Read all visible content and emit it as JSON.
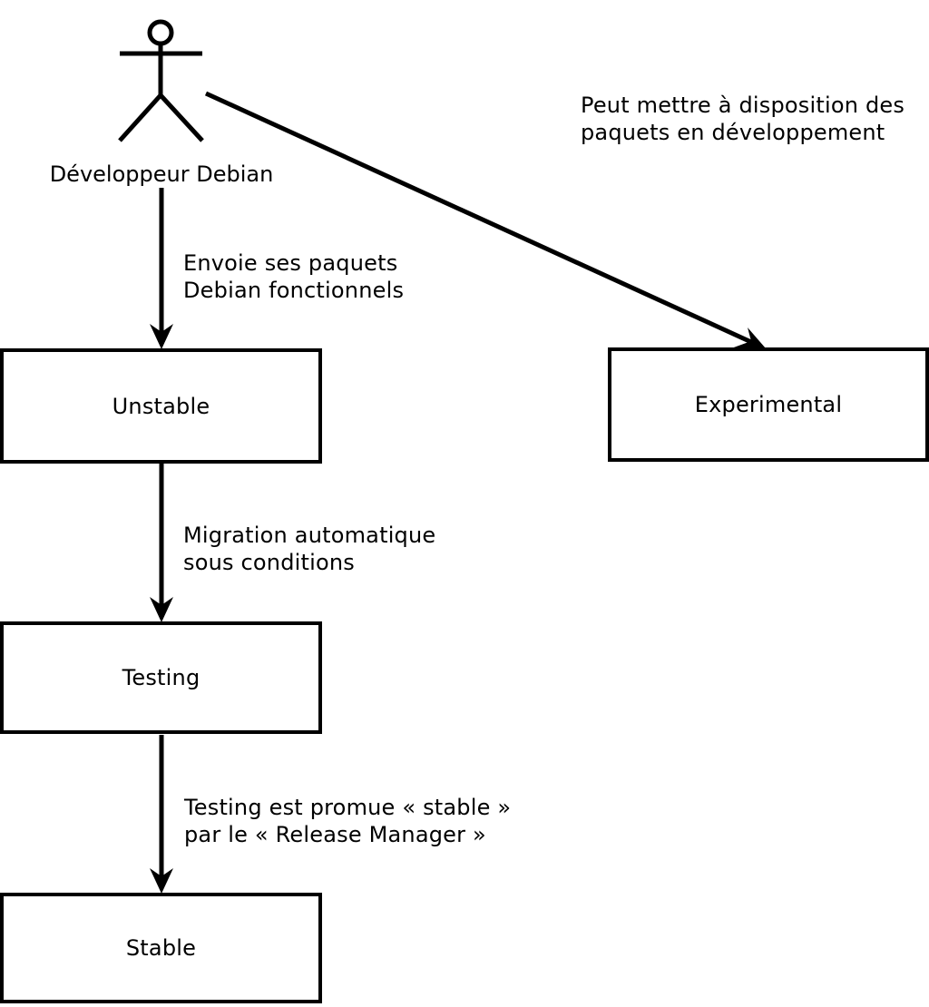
{
  "diagram": {
    "actor": {
      "label": "Développeur Debian"
    },
    "nodes": [
      {
        "id": "unstable",
        "label": "Unstable"
      },
      {
        "id": "experimental",
        "label": "Experimental"
      },
      {
        "id": "testing",
        "label": "Testing"
      },
      {
        "id": "stable",
        "label": "Stable"
      }
    ],
    "annotations": [
      {
        "id": "experimental-note",
        "lines": [
          "Peut mettre à disposition des",
          "paquets en développement"
        ]
      },
      {
        "id": "upload-note",
        "lines": [
          "Envoie ses paquets",
          "Debian fonctionnels"
        ]
      },
      {
        "id": "migration-note",
        "lines": [
          "Migration automatique",
          "sous conditions"
        ]
      },
      {
        "id": "promotion-note",
        "lines": [
          "Testing est promue « stable »",
          "par le « Release Manager »"
        ]
      }
    ],
    "colors": {
      "line": "#000000",
      "background": "#ffffff"
    }
  }
}
